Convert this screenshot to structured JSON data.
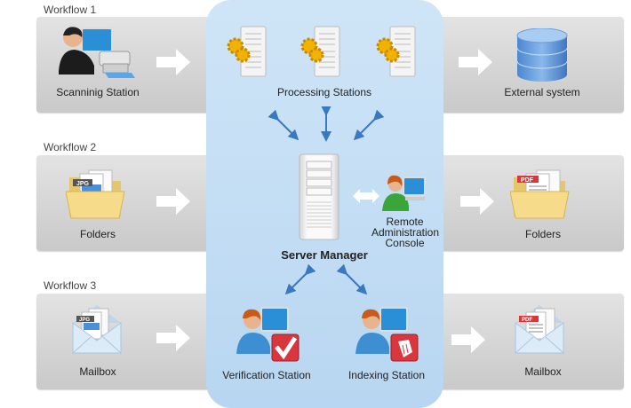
{
  "workflows": [
    {
      "label": "Workflow 1",
      "source": "Scanninig Station",
      "target": "External system"
    },
    {
      "label": "Workflow 2",
      "source": "Folders",
      "target": "Folders"
    },
    {
      "label": "Workflow 3",
      "source": "Mailbox",
      "target": "Mailbox"
    }
  ],
  "center": {
    "processing_label": "Processing Stations",
    "server_label": "Server Manager",
    "remote_label_1": "Remote",
    "remote_label_2": "Administration",
    "remote_label_3": "Console",
    "verification_label": "Verification Station",
    "indexing_label": "Indexing Station"
  },
  "badges": {
    "jpg": "JPG",
    "pdf": "PDF"
  },
  "colors": {
    "panel": "#c6dff4",
    "arrow_blue": "#3a78c0",
    "pdf_red": "#d9363e",
    "gear": "#f2b300"
  }
}
